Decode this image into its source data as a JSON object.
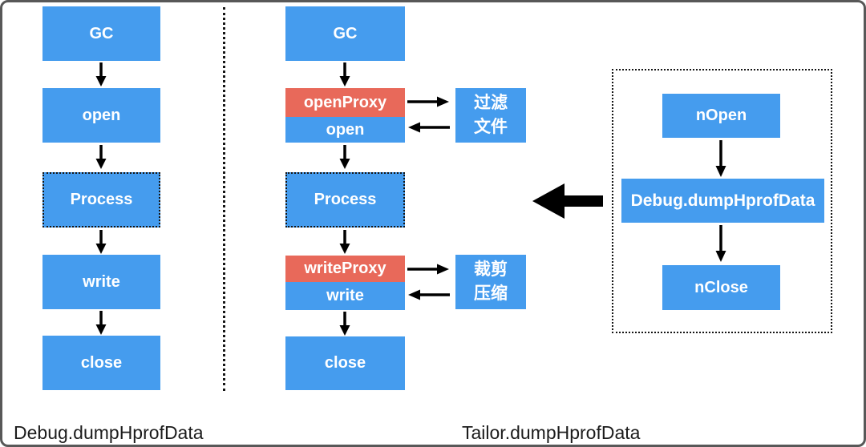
{
  "colors": {
    "blue": "#459CEE",
    "red": "#E8695A",
    "ink": "#151515",
    "frame": "#585858"
  },
  "left_flow": {
    "caption": "Debug.dumpHprofData",
    "gc": "GC",
    "open": "open",
    "process": "Process",
    "write": "write",
    "close": "close"
  },
  "middle_flow": {
    "caption": "Tailor.dumpHprofData",
    "gc": "GC",
    "open_proxy": "openProxy",
    "open": "open",
    "process": "Process",
    "write_proxy": "writeProxy",
    "write": "write",
    "close": "close",
    "filter_box": {
      "line1": "过滤",
      "line2": "文件"
    },
    "trim_box": {
      "line1": "裁剪",
      "line2": "压缩"
    }
  },
  "right_flow": {
    "n_open": "nOpen",
    "debug_dump": "Debug.dumpHprofData",
    "n_close": "nClose"
  }
}
